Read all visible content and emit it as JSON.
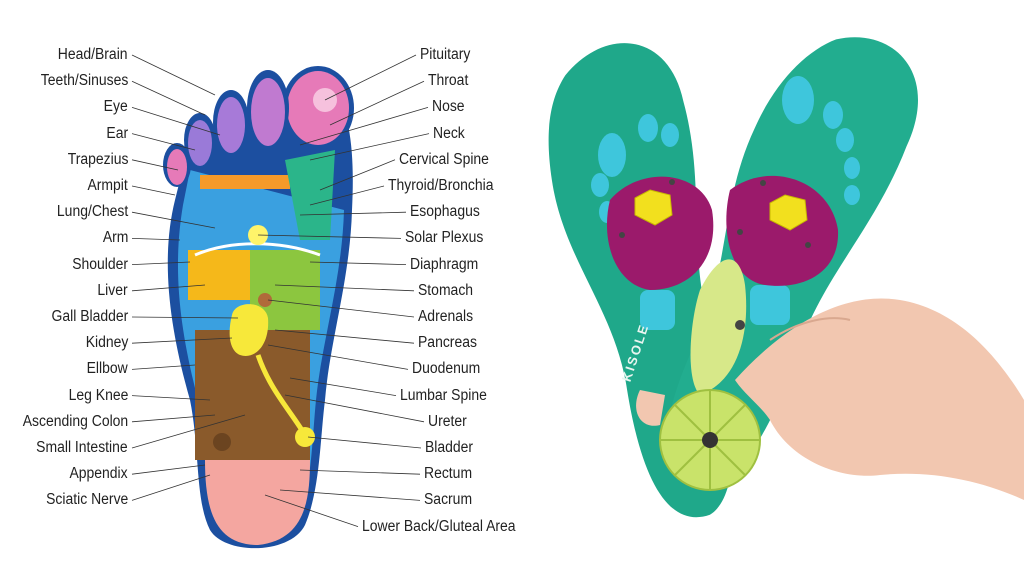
{
  "left_labels": [
    "Head/Brain",
    "Teeth/Sinuses",
    "Eye",
    "Ear",
    "Trapezius",
    "Armpit",
    "Lung/Chest",
    "Arm",
    "Shoulder",
    "Liver",
    "Gall Bladder",
    "Kidney",
    "Ellbow",
    "Leg Knee",
    "Ascending Colon",
    "Small Intestine",
    "Appendix",
    "Sciatic Nerve"
  ],
  "right_labels": [
    "Pituitary",
    "Throat",
    "Nose",
    "Neck",
    "Cervical Spine",
    "Thyroid/Bronchia",
    "Esophagus",
    "Solar Plexus",
    "Diaphragm",
    "Stomach",
    "Adrenals",
    "Pancreas",
    "Duodenum",
    "Lumbar Spine",
    "Ureter",
    "Bladder",
    "Rectum",
    "Sacrum",
    "Lower Back/Gluteal Area"
  ],
  "insole_brand": "KISOLE",
  "colors": {
    "insole_green": "#1fa88a",
    "toe_blue": "#3ec6dc",
    "magenta": "#9b1a6b",
    "yellow": "#f2e01e",
    "heel_lime": "#c9e36a",
    "skin": "#f2c7b0"
  }
}
